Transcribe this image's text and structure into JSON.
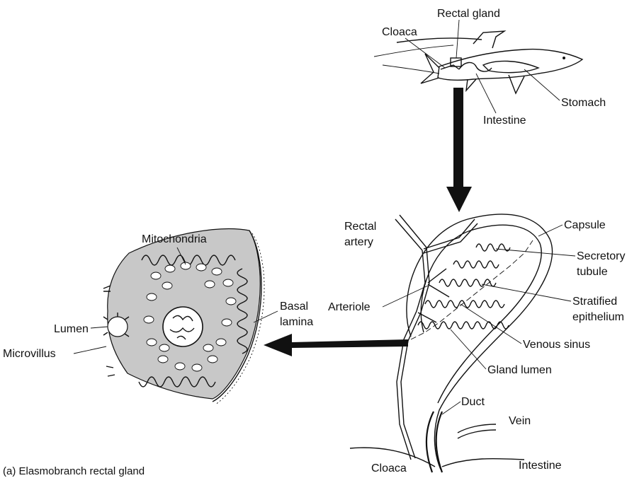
{
  "shark": {
    "labels": {
      "rectal_gland": "Rectal gland",
      "cloaca": "Cloaca",
      "stomach": "Stomach",
      "intestine": "Intestine"
    }
  },
  "gland": {
    "labels": {
      "rectal_artery_line1": "Rectal",
      "rectal_artery_line2": "artery",
      "capsule": "Capsule",
      "secretory_tubule_line1": "Secretory",
      "secretory_tubule_line2": "tubule",
      "arteriole": "Arteriole",
      "stratified_epithelium_line1": "Stratified",
      "stratified_epithelium_line2": "epithelium",
      "venous_sinus": "Venous sinus",
      "gland_lumen": "Gland lumen",
      "duct": "Duct",
      "vein": "Vein",
      "cloaca": "Cloaca",
      "intestine": "Intestine"
    }
  },
  "cell": {
    "labels": {
      "mitochondria": "Mitochondria",
      "basal_lamina_line1": "Basal",
      "basal_lamina_line2": "lamina",
      "lumen": "Lumen",
      "microvillus": "Microvillus"
    }
  },
  "caption": "(a) Elasmobranch rectal gland",
  "colors": {
    "cell_fill": "#c8c8c8",
    "ink": "#111111"
  }
}
